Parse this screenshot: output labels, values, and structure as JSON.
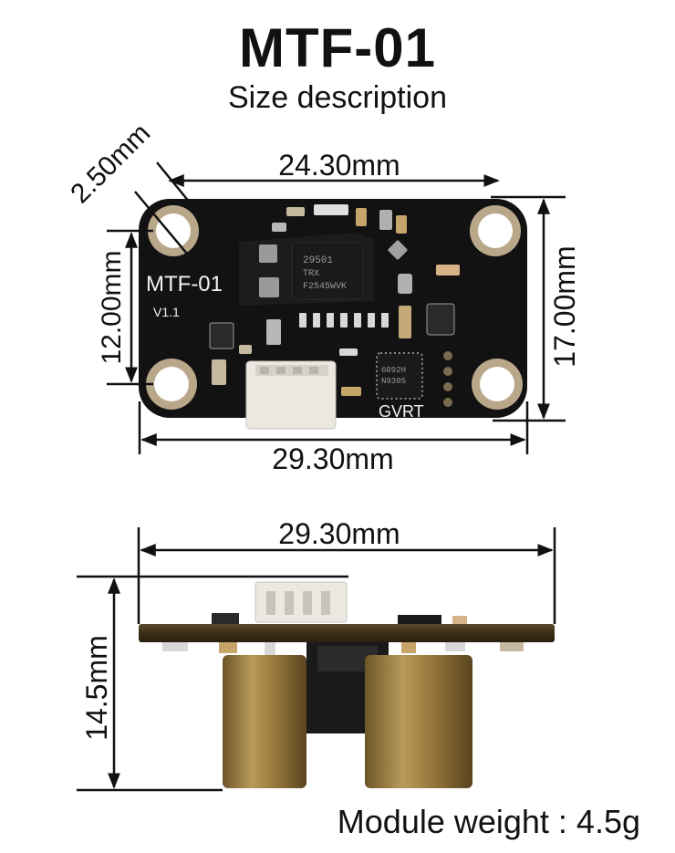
{
  "header": {
    "title": "MTF-01",
    "subtitle": "Size description"
  },
  "top_view": {
    "pcb_label": "MTF-01",
    "pcb_version": "V1.1",
    "pcb_brand": "GVRT",
    "chip_line1": "29501",
    "chip_line2": "TRX",
    "chip_line3": "F2545WVK",
    "qfn_line1": "6092H",
    "qfn_line2": "N9305",
    "dimensions": {
      "hole_spacing_width": "24.30mm",
      "hole_diameter": "2.50mm",
      "hole_spacing_height": "12.00mm",
      "board_height": "17.00mm",
      "board_width": "29.30mm"
    }
  },
  "side_view": {
    "dimensions": {
      "board_width": "29.30mm",
      "total_height": "14.5mm"
    }
  },
  "footer": {
    "weight": "Module weight : 4.5g"
  },
  "colors": {
    "pcb": "#111111",
    "pad": "#b9a78a",
    "lens_brass": "#a88a4a",
    "connector": "#ebe8e2"
  }
}
